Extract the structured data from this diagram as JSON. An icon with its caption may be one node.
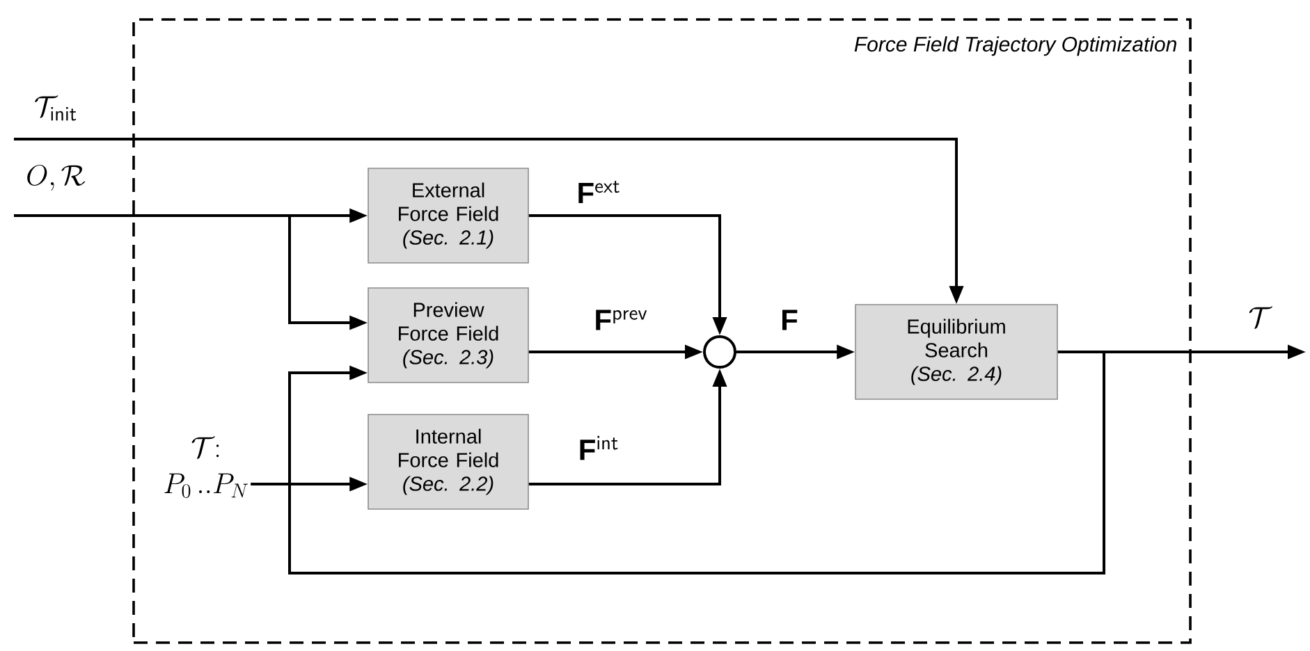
{
  "diagram": {
    "nodes": [
      {
        "text": [
          "Force Field Trajectory Optimization"
        ]
      },
      {
        "text": [
          "External Force Field",
          "(Sec. 2.1)"
        ],
        "in": 0
      },
      {
        "text": [
          "Preview Force Field",
          "(Sec. 2.3)"
        ],
        "in": 0
      },
      {
        "text": [
          "Internal Force Field",
          "(Sec. 2.2)"
        ],
        "in": 0
      },
      {
        "text": [],
        "shape": "circle",
        "in": 0
      },
      {
        "text": [
          "Equilibrium Search",
          "(Sec. 2.4)"
        ],
        "in": 0
      },
      {
        "text": [
          "\\mathcal{T}\\colon",
          "P_0\\,..P_N"
        ],
        "in": 0
      }
    ],
    "edges": [
      {
        "from": null,
        "to": 5,
        "arrow": "to",
        "label": "\\mathcal{T}_{\\mathsf{init}}"
      },
      {
        "from": null,
        "to": 1,
        "arrow": "to",
        "label": "O,\\mathcal{R}"
      },
      {
        "from": null,
        "to": 2,
        "arrow": "to"
      },
      {
        "from": 1,
        "to": 4,
        "arrow": "to",
        "label": "\\mathbf{F}^{\\mathsf{ext}}"
      },
      {
        "from": 2,
        "to": 4,
        "arrow": "to",
        "label": "\\mathbf{F}^{\\mathsf{prev}}"
      },
      {
        "from": 3,
        "to": 4,
        "arrow": "to",
        "label": "\\mathbf{F}^{\\mathsf{int}}"
      },
      {
        "from": 4,
        "to": 5,
        "arrow": "to",
        "label": "\\mathbf{F}"
      },
      {
        "from": 5,
        "to": null,
        "arrow": "to",
        "label": "\\mathcal{T}"
      },
      {
        "from": 5,
        "to": 2,
        "arrow": "to"
      },
      {
        "from": 6,
        "to": 3,
        "arrow": "to"
      }
    ]
  }
}
